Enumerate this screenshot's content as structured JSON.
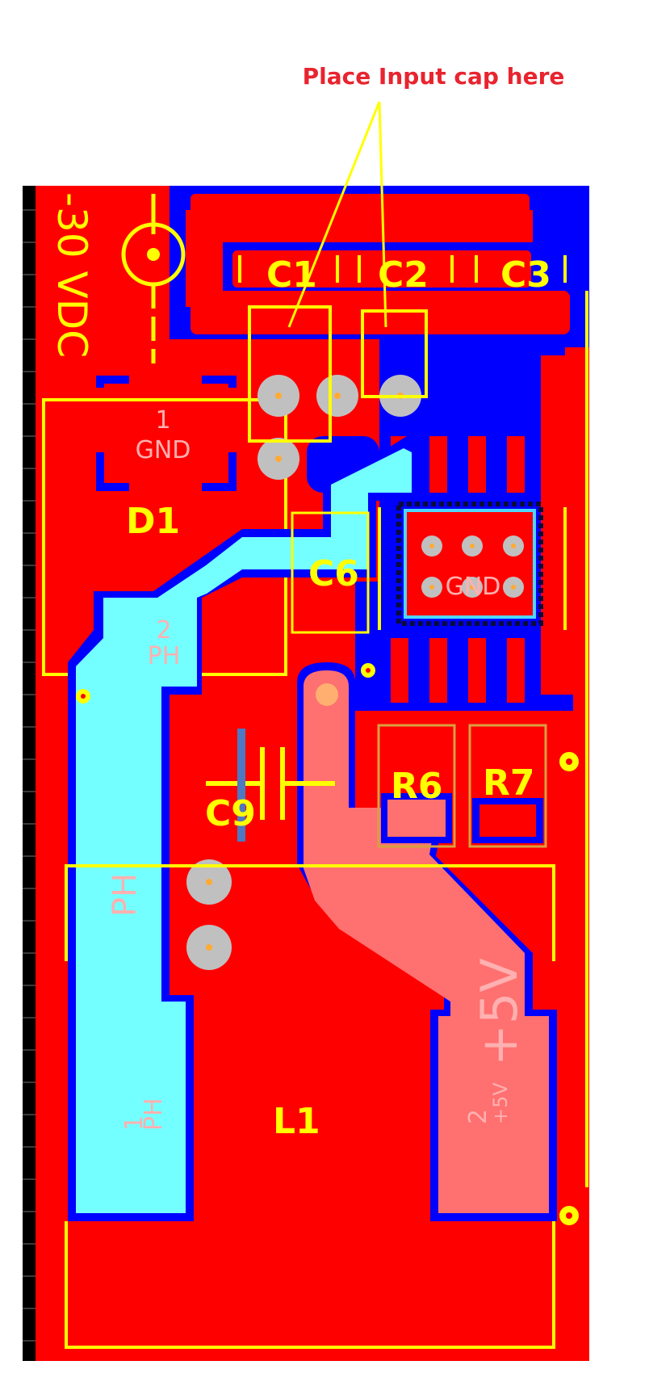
{
  "annotation": {
    "text": "Place Input cap here",
    "color": "#e8242f",
    "arrow_color": "#ffff00"
  },
  "board": {
    "copper_top_color": "#ff0000",
    "copper_clearance_color": "#0000ff",
    "ph_net_color": "#73ffff",
    "out_net_color": "#ff7070",
    "silkscreen_color": "#ffff00",
    "pad_color": "#c0c0c0",
    "edge_color": "#000000"
  },
  "silkscreen": {
    "voltage_label": "-30 VDC",
    "designators": {
      "c1": "C1",
      "c2": "C2",
      "c3": "C3",
      "d1": "D1",
      "c6": "C6",
      "c9": "C9",
      "r6": "R6",
      "r7": "R7",
      "l1": "L1"
    }
  },
  "pad_labels": {
    "d1_pad1_num": "1",
    "d1_pad1_net": "GND",
    "d1_pad2_num": "2",
    "d1_pad2_net": "PH",
    "ic_pad_net": "GND",
    "ph_trace_net": "PH",
    "l1_pad1_num": "1",
    "l1_pad1_net": "PH",
    "l1_pad2_num": "2",
    "l1_pad2_net": "+5V",
    "l1_out_net": "+5V"
  }
}
